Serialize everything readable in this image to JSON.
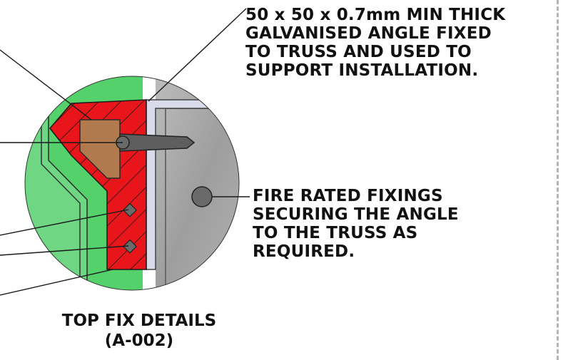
{
  "callouts": {
    "angle": {
      "lines": [
        "50 x 50 x 0.7mm MIN THICK",
        "GALVANISED ANGLE FIXED",
        "TO TRUSS AND USED TO",
        "SUPPORT INSTALLATION."
      ]
    },
    "fixings": {
      "lines": [
        "FIRE RATED FIXINGS",
        "SECURING THE ANGLE",
        "TO THE TRUSS AS",
        "REQUIRED."
      ]
    }
  },
  "caption": {
    "lines": [
      "TOP FIX DETAILS",
      "(A-002)"
    ]
  },
  "colors": {
    "insulation": "#55d16c",
    "fire_seal": "#e8161b",
    "timber": "#b07a4e",
    "steel": "#a8a8a8",
    "angle": "#d9dbea",
    "fixing": "#6a6a6a",
    "leader": "#1a1a1a"
  }
}
